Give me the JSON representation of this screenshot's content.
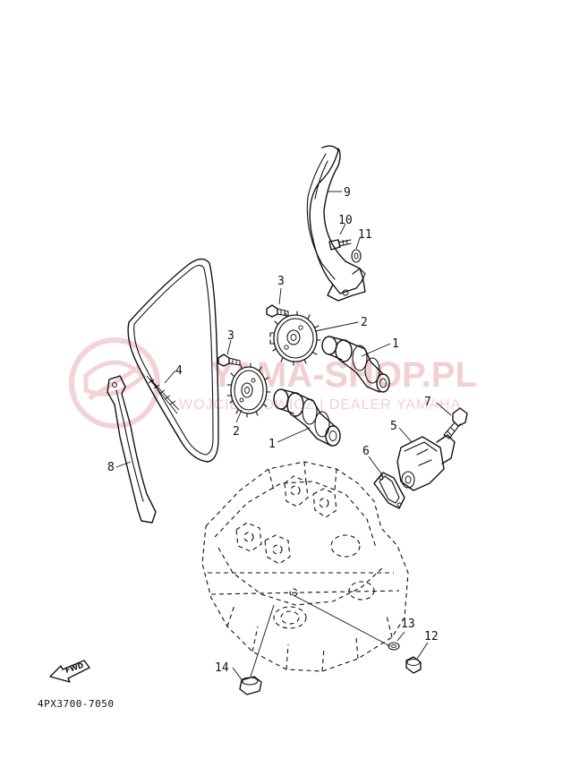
{
  "watermark": {
    "brand": "YAMA-SHOP.PL",
    "subtitle": "WOJCIECHOWICZ | DEALER YAMAHA",
    "color": "#e8a8ac"
  },
  "labels": {
    "p1a": "1",
    "p1b": "1",
    "p2a": "2",
    "p2b": "2",
    "p3a": "3",
    "p3b": "3",
    "p4": "4",
    "p5": "5",
    "p6": "6",
    "p7": "7",
    "p8": "8",
    "p9": "9",
    "p10": "10",
    "p11": "11",
    "p12": "12",
    "p13": "13",
    "p14": "14"
  },
  "fwd_label": "FWD",
  "diagram_code": "4PX3700-7050"
}
